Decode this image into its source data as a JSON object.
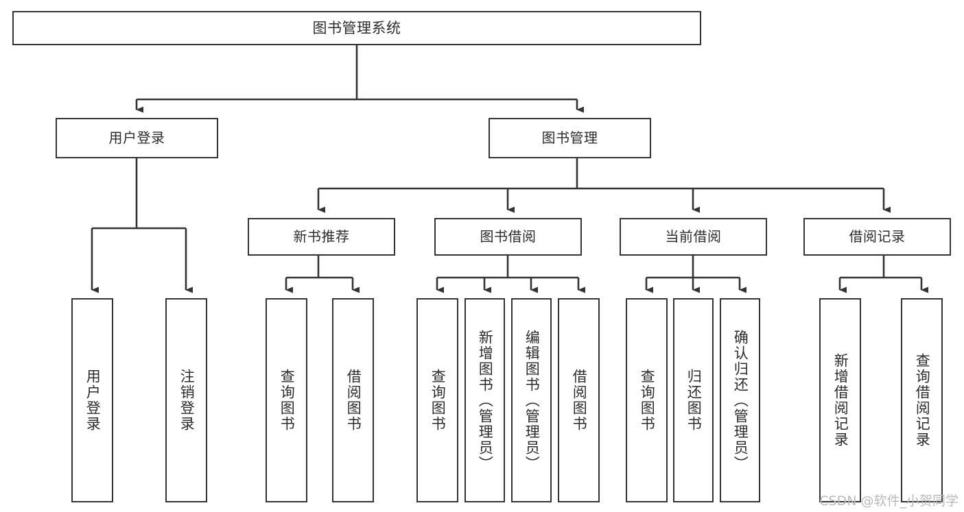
{
  "diagram": {
    "type": "tree",
    "title": "图书管理系统",
    "orientation": "top-down",
    "colors": {
      "box_border": "#333333",
      "box_fill": "#ffffff",
      "text": "#2b2b2b",
      "connector": "#333333",
      "watermark": "#b9b9b9",
      "background": "#ffffff"
    },
    "watermark": "CSDN @软件_小贺同学",
    "nodes": {
      "root": {
        "label": "图书管理系统"
      },
      "level1": [
        {
          "label": "用户登录"
        },
        {
          "label": "图书管理"
        }
      ],
      "level2": [
        {
          "label": "新书推荐"
        },
        {
          "label": "图书借阅"
        },
        {
          "label": "当前借阅"
        },
        {
          "label": "借阅记录"
        }
      ],
      "leaves": {
        "user_login": [
          {
            "label": "用户登录"
          },
          {
            "label": "注销登录"
          }
        ],
        "new_book_recommend": [
          {
            "label": "查询图书"
          },
          {
            "label": "借阅图书"
          }
        ],
        "book_borrow": [
          {
            "label": "查询图书"
          },
          {
            "label": "新增图书（管理员）"
          },
          {
            "label": "编辑图书（管理员）"
          },
          {
            "label": "借阅图书"
          }
        ],
        "current_borrow": [
          {
            "label": "查询图书"
          },
          {
            "label": "归还图书"
          },
          {
            "label": "确认归还（管理员）"
          }
        ],
        "borrow_record": [
          {
            "label": "新增借阅记录"
          },
          {
            "label": "查询借阅记录"
          }
        ]
      }
    }
  }
}
